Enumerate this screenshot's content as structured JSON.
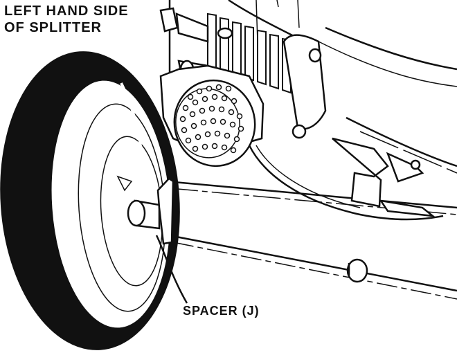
{
  "labels": {
    "title_line1": "LEFT HAND SIDE",
    "title_line2": "OF SPLITTER",
    "spacer": "SPACER (J)"
  },
  "colors": {
    "ink": "#111111",
    "paper": "#ffffff"
  }
}
